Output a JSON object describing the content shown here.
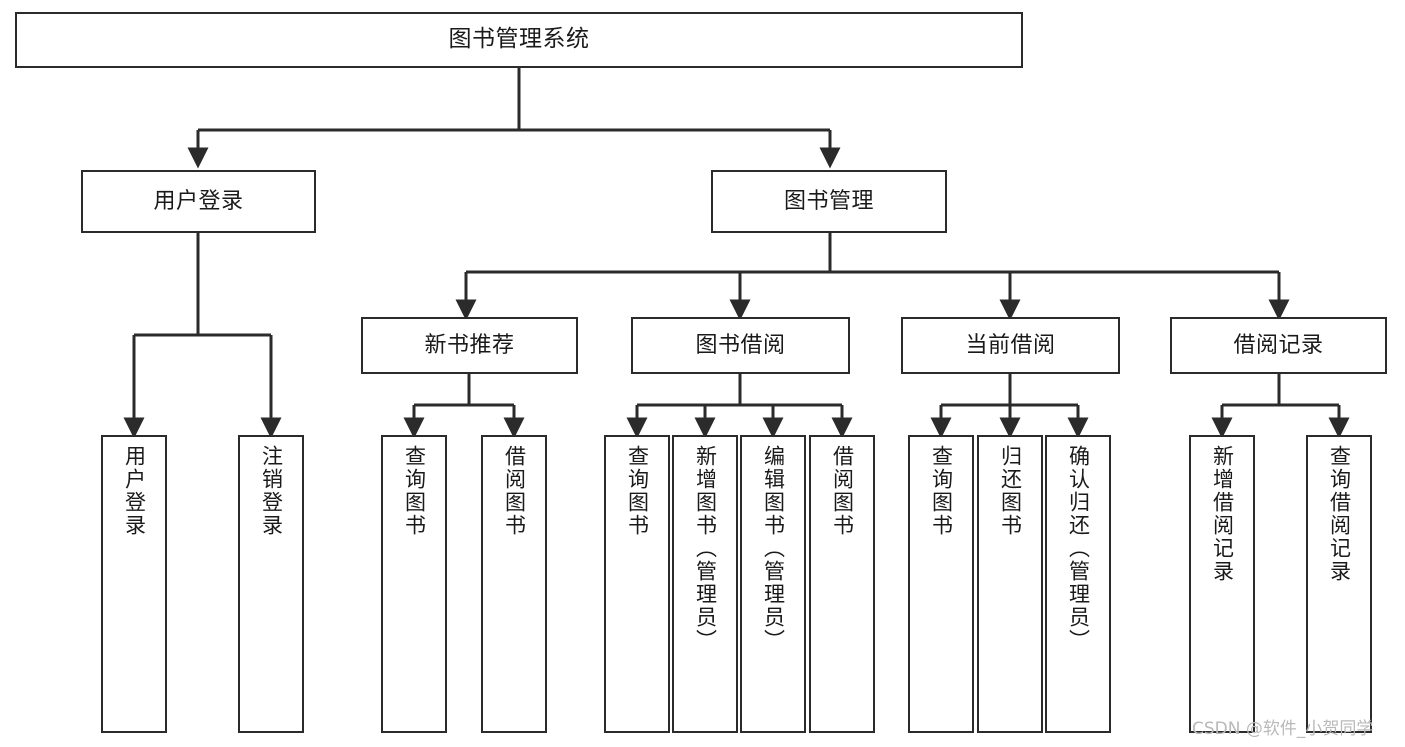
{
  "diagram": {
    "title": "图书管理系统",
    "type": "tree-hierarchy-chart",
    "watermark": "CSDN @软件_小贺同学",
    "colors": {
      "border": "#2b2b2b",
      "node_fill": "#ffffff",
      "text": "#1a1a1a",
      "edge": "#2b2b2b",
      "background": "#ffffff",
      "watermark": "#b9b9b9"
    },
    "root": {
      "label": "图书管理系统"
    },
    "level1": [
      {
        "label": "用户登录"
      },
      {
        "label": "图书管理"
      }
    ],
    "level2": [
      {
        "label": "新书推荐"
      },
      {
        "label": "图书借阅"
      },
      {
        "label": "当前借阅"
      },
      {
        "label": "借阅记录"
      }
    ],
    "leaves": [
      {
        "label": "用户登录"
      },
      {
        "label": "注销登录"
      },
      {
        "label": "查询图书"
      },
      {
        "label": "借阅图书"
      },
      {
        "label": "查询图书"
      },
      {
        "label": "新增图书（管理员）"
      },
      {
        "label": "编辑图书（管理员）"
      },
      {
        "label": "借阅图书"
      },
      {
        "label": "查询图书"
      },
      {
        "label": "归还图书"
      },
      {
        "label": "确认归还（管理员）"
      },
      {
        "label": "新增借阅记录"
      },
      {
        "label": "查询借阅记录"
      }
    ]
  }
}
